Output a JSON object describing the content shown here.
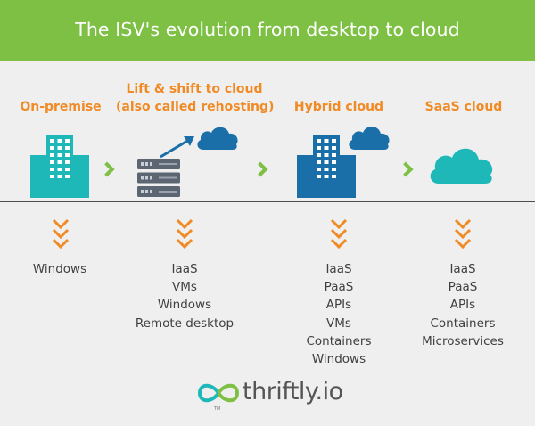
{
  "header": {
    "title": "The ISV's evolution from desktop to cloud"
  },
  "stages": [
    {
      "title_lines": [
        "On-premise"
      ],
      "items": [
        "Windows"
      ]
    },
    {
      "title_lines": [
        "Lift & shift to cloud",
        "(also called rehosting)"
      ],
      "items": [
        "IaaS",
        "VMs",
        "Windows",
        "Remote desktop"
      ]
    },
    {
      "title_lines": [
        "Hybrid cloud"
      ],
      "items": [
        "IaaS",
        "PaaS",
        "APIs",
        "VMs",
        "Containers",
        "Windows"
      ]
    },
    {
      "title_lines": [
        "SaaS cloud"
      ],
      "items": [
        "IaaS",
        "PaaS",
        "APIs",
        "Containers",
        "Microservices"
      ]
    }
  ],
  "logo": {
    "text": "thriftly.io",
    "trademark": "TM"
  },
  "colors": {
    "header_bg": "#7dc043",
    "title_orange": "#f08a24",
    "building_teal": "#1fb8b8",
    "building_blue": "#1a6fa8",
    "cloud_teal": "#1fb8b8",
    "cloud_blue": "#1a6fa8",
    "server_gray": "#5b6672",
    "chevron_green": "#7dc043",
    "chevron_orange": "#f08a24"
  }
}
